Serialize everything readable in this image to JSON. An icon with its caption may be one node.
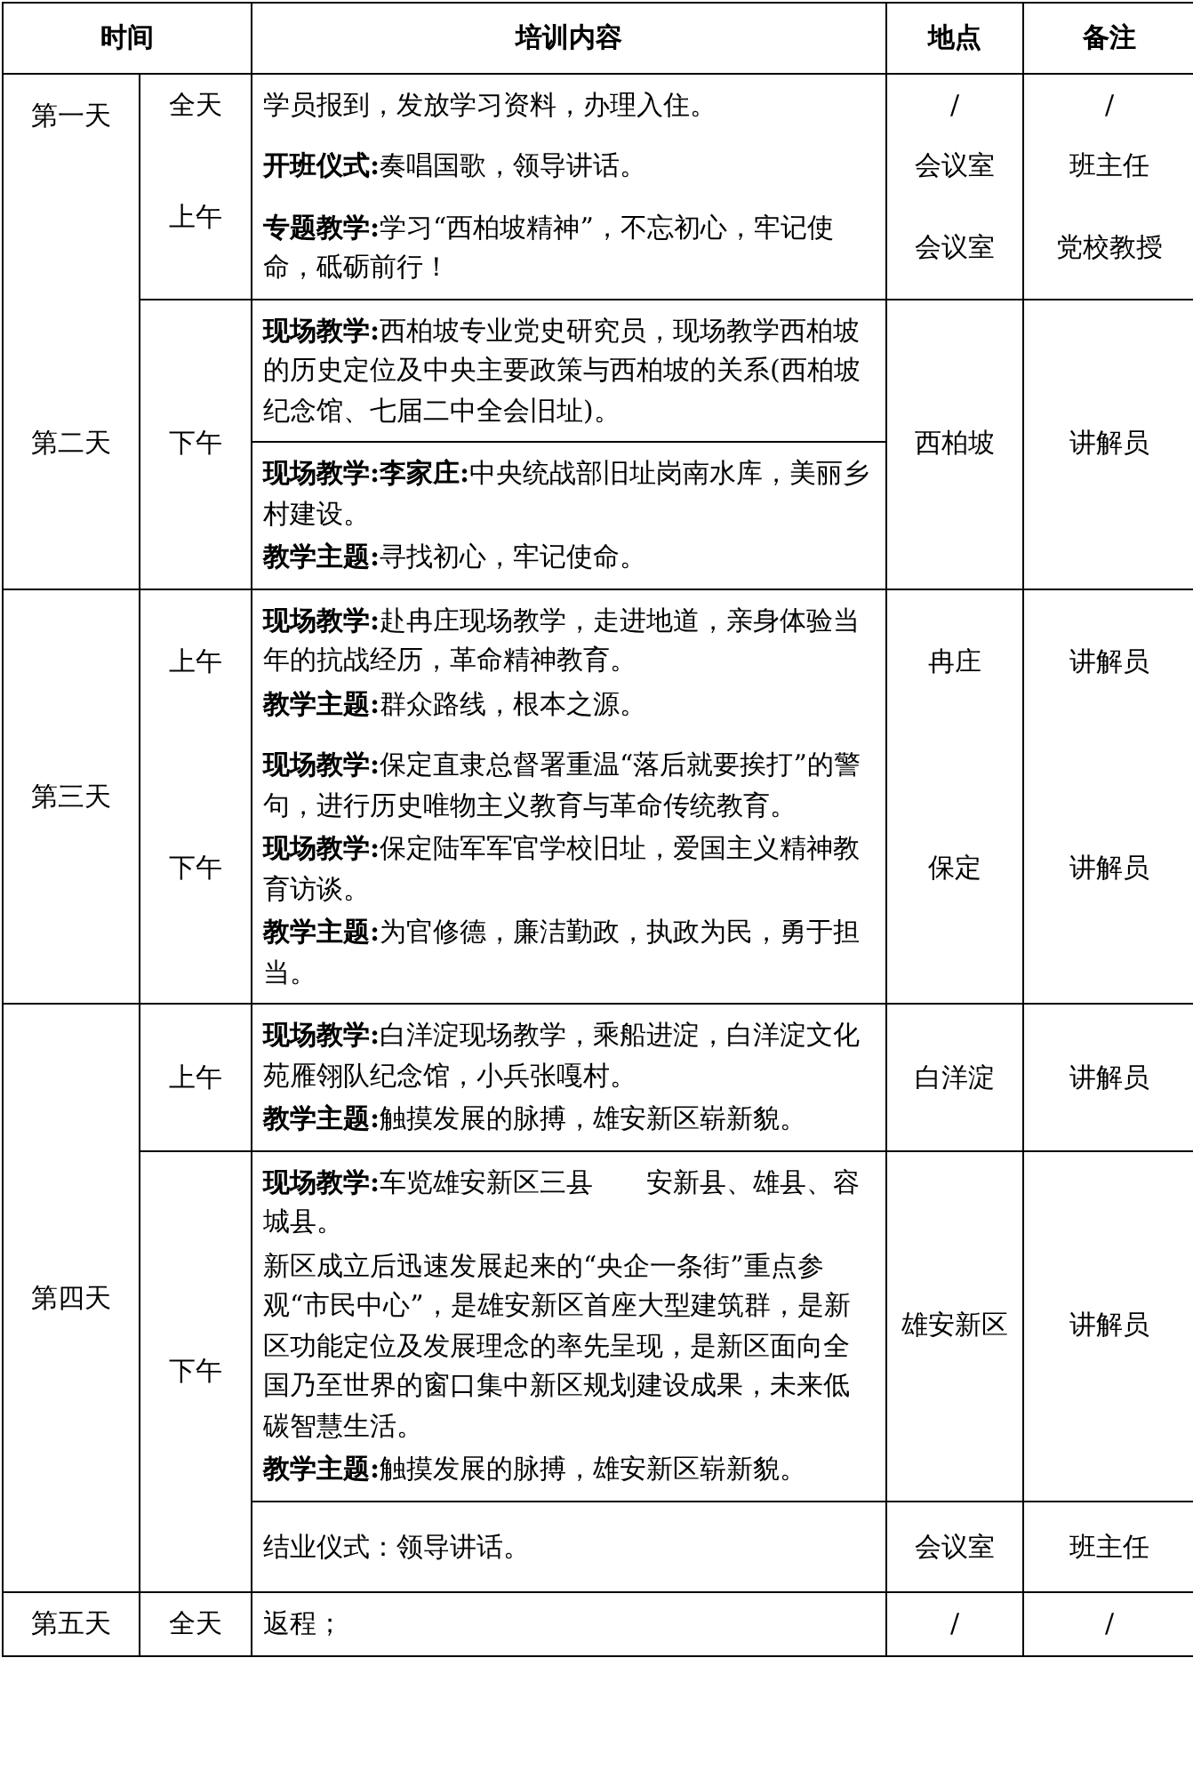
{
  "diagram": {
    "labels": [
      "时间",
      "培训内容",
      "地点",
      "备注",
      "第一天",
      "全天",
      "学员报到，发放学习资料，办理入住。",
      "/",
      "/",
      "上午",
      "**开班仪式:**奏唱国歌，领导讲话。",
      "会议室",
      "班主任",
      "**专题教学:**学习“西柏坡精神”，不忘初心，牢记使命，砥砺前行！",
      "会议室",
      "党校教授",
      "第二天",
      "下午",
      "**现场教学:**西柏坡专业党史研究员，现场教学西柏坡的历史定位及中央主要政策与西柏坡的关系(西柏坡纪念馆、七届二中全会旧址)。",
      "西柏坡",
      "讲解员",
      "**现场教学:李家庄:**中央统战部旧址岗南水库，美丽乡村建设。",
      "**教学主题:**寻找初心，牢记使命。",
      "第三天",
      "上午",
      "**现场教学:**赴冉庄现场教学，走进地道，亲身体验当年的抗战经历，革命精神教育。",
      "**教学主题:**群众路线，根本之源。",
      "冉庄",
      "讲解员",
      "下午",
      "**现场教学:**保定直隶总督署重温“落后就要挨打”的警句，进行历史唯物主义教育与革命传统教育。",
      "**现场教学:**保定陆军军官学校旧址，爱国主义精神教育访谈。",
      "**教学主题:**为官修德，廉洁勤政，执政为民，勇于担当。",
      "保定",
      "讲解员",
      "第四天",
      "上午",
      "**现场教学:**白洋淀现场教学，乘船进淀，白洋淀文化苑雁翎队纪念馆，小兵张嘎村。",
      "**教学主题:**触摸发展的脉搏，雄安新区崭新貌。",
      "白洋淀",
      "讲解员",
      "下午",
      "**现场教学:**车览雄安新区三县　　安新县、雄县、容城县。",
      "新区成立后迅速发展起来的“央企一条街”重点参观“市民中心”，是雄安新区首座大型建筑群，是新区功能定位及发展理念的率先呈现，是新区面向全国乃至世界的窗口集中新区规划建设成果，未来低碳智慧生活。",
      "**教学主题:**触摸发展的脉搏，雄安新区崭新貌。",
      "雄安新区",
      "讲解员",
      "结业仪式：领导讲话。",
      "会议室",
      "班主任",
      "第五天",
      "全天",
      "返程；",
      "/",
      "/"
    ]
  }
}
